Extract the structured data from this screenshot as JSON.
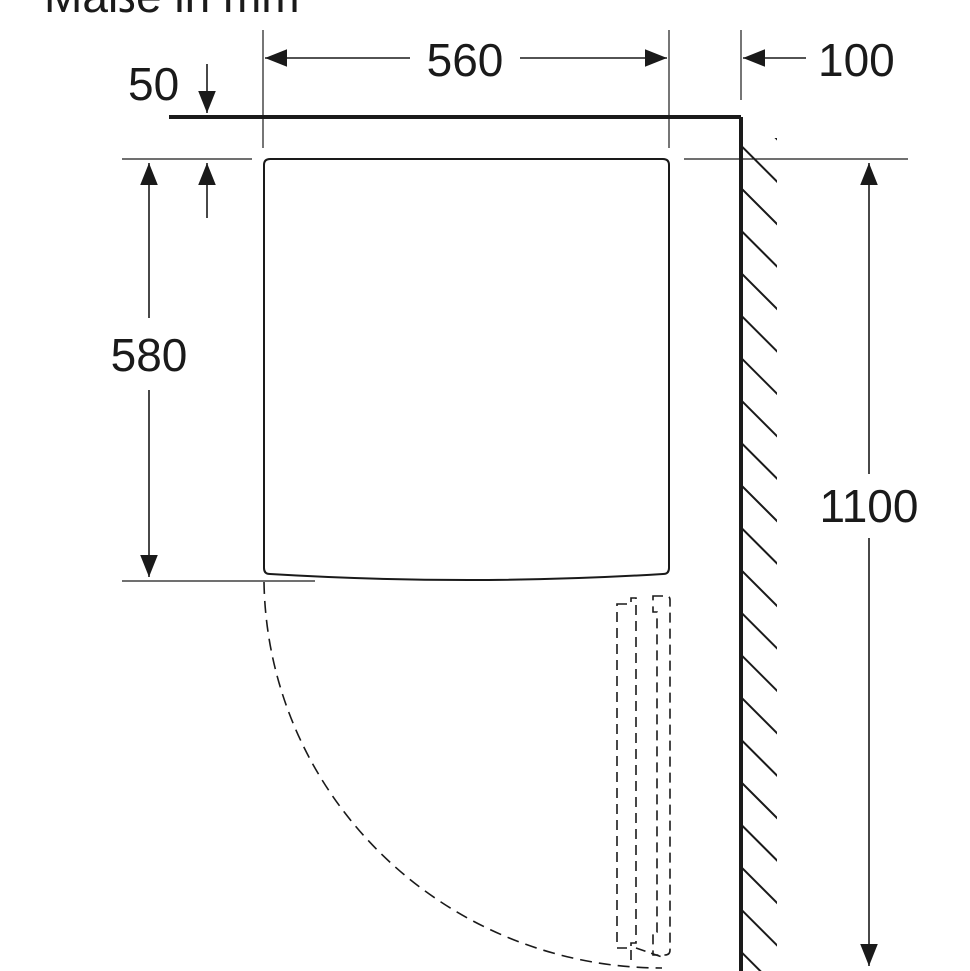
{
  "title": "Maße in mm",
  "dimensions": {
    "width": "560",
    "side_gap": "100",
    "top_gap": "50",
    "depth": "580",
    "door_clearance": "1100"
  },
  "colors": {
    "line": "#1a1a1a",
    "background": "#ffffff"
  }
}
